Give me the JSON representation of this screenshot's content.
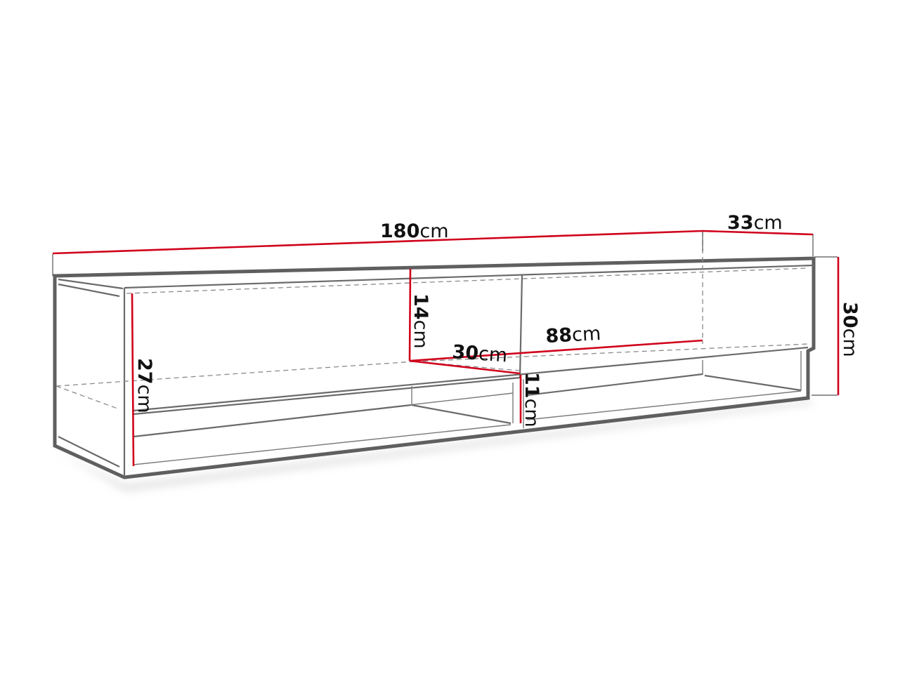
{
  "diagram": {
    "subject": "Wall-mounted TV cabinet with two flaps and open lower shelves",
    "colors": {
      "outline": "#5f5f5f",
      "dimension_line": "#d0021b",
      "hidden_line": "#8a8a8a",
      "text": "#111111",
      "background": "#ffffff"
    },
    "dimensions": {
      "width": {
        "value": "180",
        "unit": "cm"
      },
      "depth": {
        "value": "33",
        "unit": "cm"
      },
      "height": {
        "value": "30",
        "unit": "cm"
      },
      "inner_height": {
        "value": "27",
        "unit": "cm"
      },
      "flap_height": {
        "value": "14",
        "unit": "cm"
      },
      "inner_depth": {
        "value": "30",
        "unit": "cm"
      },
      "flap_width": {
        "value": "88",
        "unit": "cm"
      },
      "shelf_height": {
        "value": "11",
        "unit": "cm"
      }
    }
  }
}
